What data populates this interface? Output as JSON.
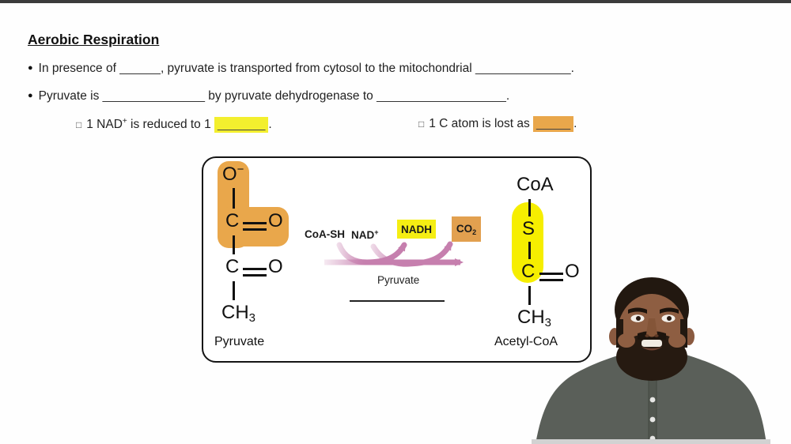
{
  "window": {
    "top_bar_color": "#3b3b3b",
    "background": "#fefefe"
  },
  "title": "Aerobic Respiration",
  "bullets": {
    "one": {
      "marker": "●",
      "pre": "In presence of ",
      "blank1": "______",
      "mid": ", pyruvate is transported from cytosol to the mitochondrial ",
      "blank2": "______________",
      "end": "."
    },
    "two": {
      "marker": "●",
      "pre": "Pyruvate is ",
      "blank1": "_______________",
      "mid": " by pyruvate dehydrogenase to ",
      "blank2": "___________________",
      "end": "."
    }
  },
  "subbullets": {
    "nadh": {
      "marker": "□",
      "pre": "1 NAD",
      "sup": "+",
      "mid": " is reduced to 1 ",
      "blank": "_______",
      "end": ".",
      "highlight_color": "#f3ef2e"
    },
    "co2": {
      "marker": "□",
      "pre": "1 C atom is lost as ",
      "blank": "_____",
      "end": ".",
      "highlight_color": "#e9a74b"
    }
  },
  "diagram": {
    "pyruvate": {
      "o_top": "O",
      "o_top_charge": "−",
      "c1": "C",
      "o1": "O",
      "c2": "C",
      "o2": "O",
      "ch": "CH",
      "ch_sub": "3",
      "label": "Pyruvate",
      "highlight_color": "#e9a74b"
    },
    "reaction": {
      "reactant1": "CoA-SH",
      "reactant2": "NAD",
      "reactant2_sup": "+",
      "product1": "NADH",
      "product1_bg": "#f5ee13",
      "product2": "CO",
      "product2_sub": "2",
      "product2_bg": "#e2a04f",
      "enzyme": "Pyruvate",
      "arrow_color": "#c67fae"
    },
    "acetyl_coa": {
      "coa": "CoA",
      "s": "S",
      "c": "C",
      "o": "O",
      "ch": "CH",
      "ch_sub": "3",
      "label": "Acetyl-CoA",
      "highlight_color": "#f6ee00"
    }
  },
  "person": {
    "shirt_color": "#5a5f59",
    "skin_color": "#8e5e42",
    "hair_color": "#221810"
  }
}
